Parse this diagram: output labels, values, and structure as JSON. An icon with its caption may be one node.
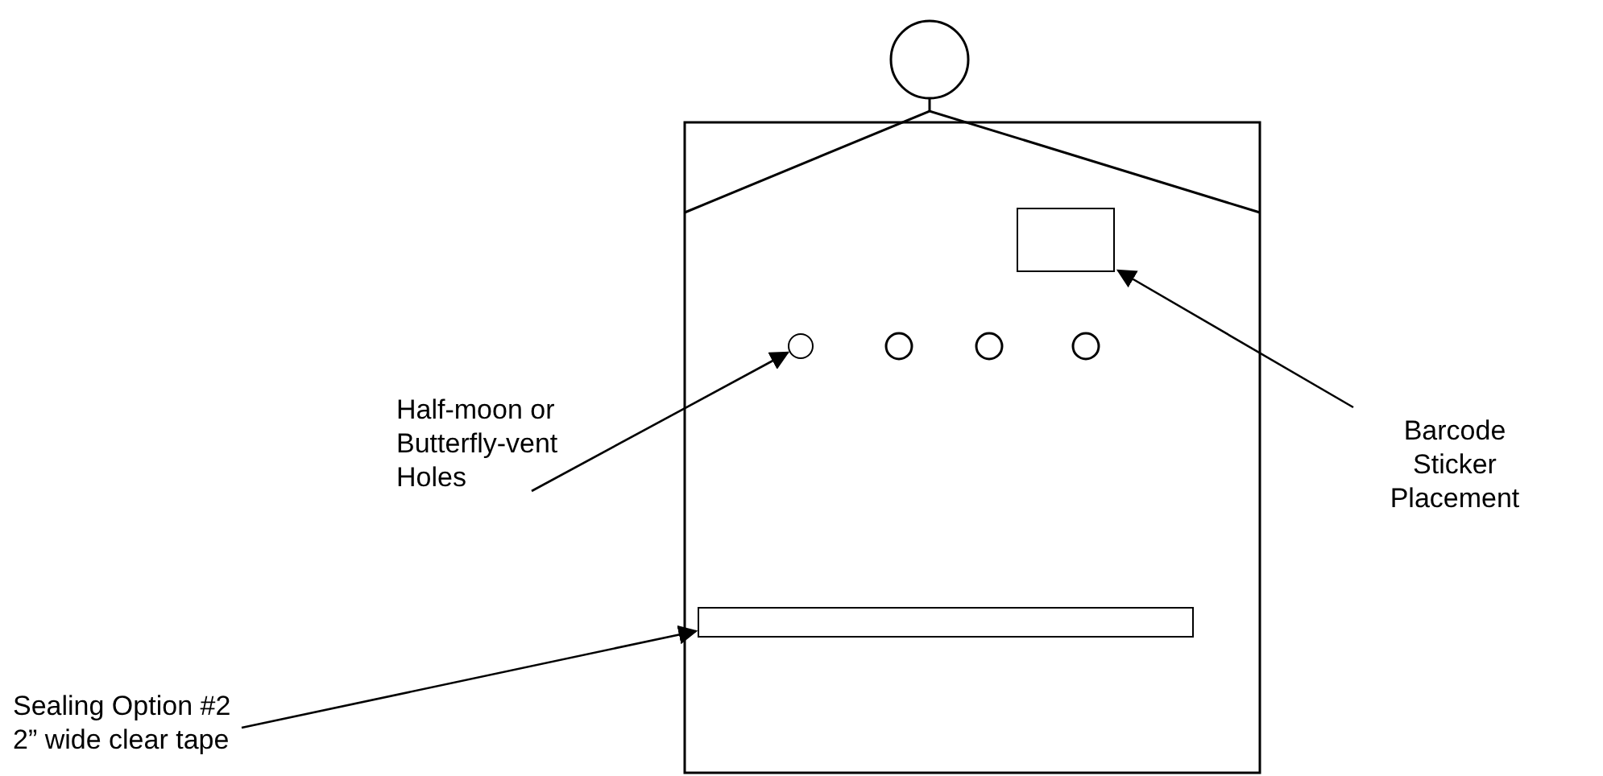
{
  "diagram": {
    "nodes": [
      {
        "text": [
          "Barcode Sticker Placement"
        ]
      },
      {
        "text": [],
        "shape": "box"
      },
      {
        "text": [
          "Half-moon or Butterfly-vent Holes"
        ]
      },
      {
        "text": [],
        "shape": "circle"
      },
      {
        "text": [
          "Sealing Option #2",
          "2” wide clear tape"
        ]
      },
      {
        "text": [],
        "shape": "bar"
      }
    ],
    "edges": [
      {
        "from": 0,
        "to": 1,
        "arrow": "to"
      },
      {
        "from": 2,
        "to": 3,
        "arrow": "to"
      },
      {
        "from": 4,
        "to": 5,
        "arrow": "to"
      }
    ]
  }
}
